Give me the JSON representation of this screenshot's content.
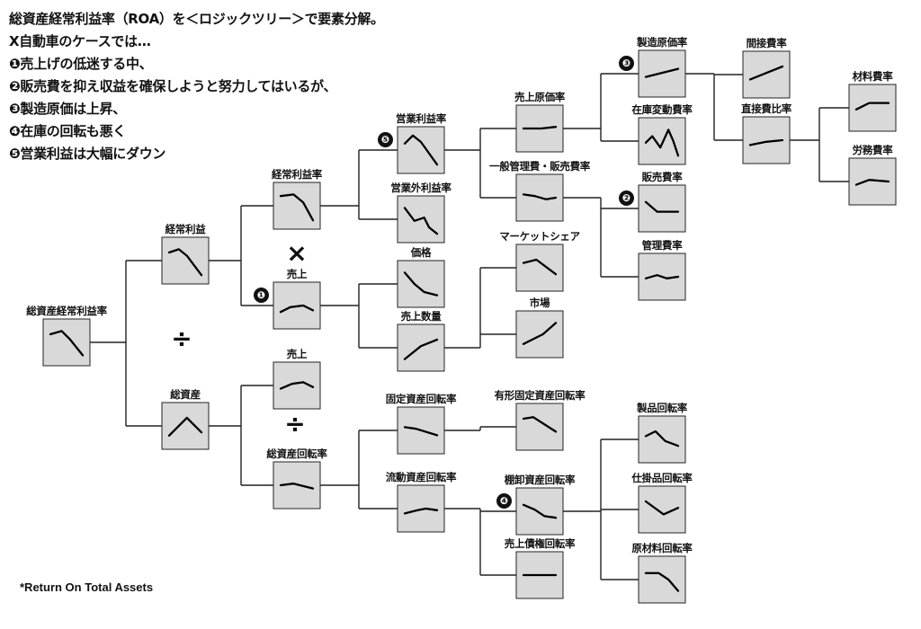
{
  "intro": {
    "title": "総資産経常利益率（ROA）を＜ロジックツリー＞で要素分解。",
    "lines": [
      "X自動車のケースでは…",
      "❶売上げの低迷する中、",
      "❷販売費を抑え収益を確保しようと努力してはいるが、",
      "❸製造原価は上昇、",
      "❹在庫の回転も悪く",
      "❺営業利益は大幅にダウン"
    ]
  },
  "nodes": [
    {
      "id": "roa",
      "label": "総資産経常利益率",
      "trend": [
        [
          0,
          0.75
        ],
        [
          0.35,
          0.85
        ],
        [
          0.6,
          0.6
        ],
        [
          1,
          0.1
        ]
      ]
    },
    {
      "id": "ordinary_profit",
      "label": "経常利益",
      "trend": [
        [
          0,
          0.75
        ],
        [
          0.3,
          0.85
        ],
        [
          0.55,
          0.65
        ],
        [
          1,
          0.05
        ]
      ]
    },
    {
      "id": "total_assets",
      "label": "総資産",
      "trend": [
        [
          0,
          0.2
        ],
        [
          0.55,
          0.75
        ],
        [
          1,
          0.3
        ]
      ]
    },
    {
      "id": "ordinary_margin",
      "label": "経常利益率",
      "trend": [
        [
          0,
          0.8
        ],
        [
          0.4,
          0.85
        ],
        [
          0.7,
          0.6
        ],
        [
          1,
          0.05
        ]
      ]
    },
    {
      "id": "sales_a",
      "label": "売上",
      "trend": [
        [
          0,
          0.3
        ],
        [
          0.3,
          0.45
        ],
        [
          0.7,
          0.5
        ],
        [
          1,
          0.35
        ]
      ]
    },
    {
      "id": "sales_b",
      "label": "売上",
      "trend": [
        [
          0,
          0.4
        ],
        [
          0.35,
          0.55
        ],
        [
          0.7,
          0.6
        ],
        [
          1,
          0.45
        ]
      ]
    },
    {
      "id": "asset_turnover",
      "label": "総資産回転率",
      "trend": [
        [
          0,
          0.5
        ],
        [
          0.4,
          0.55
        ],
        [
          1,
          0.4
        ]
      ]
    },
    {
      "id": "op_margin",
      "label": "営業利益率",
      "trend": [
        [
          0,
          0.7
        ],
        [
          0.25,
          0.95
        ],
        [
          0.5,
          0.75
        ],
        [
          1,
          0.05
        ]
      ]
    },
    {
      "id": "non_op_margin",
      "label": "営業外利益率",
      "trend": [
        [
          0,
          0.85
        ],
        [
          0.3,
          0.45
        ],
        [
          0.6,
          0.55
        ],
        [
          0.75,
          0.25
        ],
        [
          1,
          0.05
        ]
      ]
    },
    {
      "id": "price",
      "label": "価格",
      "trend": [
        [
          0,
          0.85
        ],
        [
          0.3,
          0.5
        ],
        [
          0.6,
          0.25
        ],
        [
          1,
          0.15
        ]
      ]
    },
    {
      "id": "sales_volume",
      "label": "売上数量",
      "trend": [
        [
          0,
          0.15
        ],
        [
          0.5,
          0.55
        ],
        [
          1,
          0.75
        ]
      ]
    },
    {
      "id": "fixed_turnover",
      "label": "固定資産回転率",
      "trend": [
        [
          0,
          0.6
        ],
        [
          0.35,
          0.55
        ],
        [
          1,
          0.35
        ]
      ]
    },
    {
      "id": "current_turnover",
      "label": "流動資産回転率",
      "trend": [
        [
          0,
          0.35
        ],
        [
          0.4,
          0.45
        ],
        [
          0.65,
          0.5
        ],
        [
          1,
          0.45
        ]
      ]
    },
    {
      "id": "cogs_ratio",
      "label": "売上原価率",
      "trend": [
        [
          0,
          0.5
        ],
        [
          0.55,
          0.5
        ],
        [
          1,
          0.55
        ]
      ]
    },
    {
      "id": "sga_ratio",
      "label": "一般管理費・販売費率",
      "trend": [
        [
          0,
          0.6
        ],
        [
          0.35,
          0.55
        ],
        [
          0.7,
          0.45
        ],
        [
          1,
          0.5
        ]
      ]
    },
    {
      "id": "market_share",
      "label": "マーケットシェア",
      "trend": [
        [
          0,
          0.65
        ],
        [
          0.4,
          0.75
        ],
        [
          1,
          0.3
        ]
      ]
    },
    {
      "id": "market",
      "label": "市場",
      "trend": [
        [
          0,
          0.2
        ],
        [
          0.6,
          0.5
        ],
        [
          1,
          0.85
        ]
      ]
    },
    {
      "id": "tangible_turnover",
      "label": "有形固定資産回転率",
      "trend": [
        [
          0,
          0.75
        ],
        [
          0.3,
          0.8
        ],
        [
          1,
          0.35
        ]
      ]
    },
    {
      "id": "inventory_turnover",
      "label": "棚卸資産回転率",
      "trend": [
        [
          0,
          0.7
        ],
        [
          0.35,
          0.55
        ],
        [
          0.65,
          0.35
        ],
        [
          1,
          0.3
        ]
      ]
    },
    {
      "id": "receivable_turnover",
      "label": "売上債権回転率",
      "trend": [
        [
          0,
          0.5
        ],
        [
          1,
          0.5
        ]
      ]
    },
    {
      "id": "mfg_cost_ratio",
      "label": "製造原価率",
      "trend": [
        [
          0,
          0.4
        ],
        [
          1,
          0.65
        ]
      ]
    },
    {
      "id": "inventory_change",
      "label": "在庫変動費率",
      "trend": [
        [
          0,
          0.45
        ],
        [
          0.2,
          0.65
        ],
        [
          0.45,
          0.3
        ],
        [
          0.7,
          0.85
        ],
        [
          0.85,
          0.5
        ],
        [
          1,
          0.05
        ]
      ]
    },
    {
      "id": "selling_ratio",
      "label": "販売費率",
      "trend": [
        [
          0,
          0.7
        ],
        [
          0.35,
          0.4
        ],
        [
          1,
          0.4
        ]
      ]
    },
    {
      "id": "admin_ratio",
      "label": "管理費率",
      "trend": [
        [
          0,
          0.45
        ],
        [
          0.35,
          0.55
        ],
        [
          0.65,
          0.45
        ],
        [
          1,
          0.5
        ]
      ]
    },
    {
      "id": "product_turnover",
      "label": "製品回転率",
      "trend": [
        [
          0,
          0.6
        ],
        [
          0.3,
          0.75
        ],
        [
          0.6,
          0.45
        ],
        [
          1,
          0.3
        ]
      ]
    },
    {
      "id": "wip_turnover",
      "label": "仕掛品回転率",
      "trend": [
        [
          0,
          0.75
        ],
        [
          0.55,
          0.35
        ],
        [
          1,
          0.55
        ]
      ]
    },
    {
      "id": "material_turnover",
      "label": "原材料回転率",
      "trend": [
        [
          0,
          0.7
        ],
        [
          0.4,
          0.7
        ],
        [
          0.7,
          0.5
        ],
        [
          1,
          0.15
        ]
      ]
    },
    {
      "id": "indirect_ratio",
      "label": "間接費率",
      "trend": [
        [
          0,
          0.35
        ],
        [
          0.5,
          0.55
        ],
        [
          1,
          0.75
        ]
      ]
    },
    {
      "id": "direct_ratio",
      "label": "直接費比率",
      "trend": [
        [
          0,
          0.35
        ],
        [
          0.5,
          0.45
        ],
        [
          1,
          0.5
        ]
      ]
    },
    {
      "id": "material_cost",
      "label": "材料費率",
      "trend": [
        [
          0,
          0.45
        ],
        [
          0.4,
          0.65
        ],
        [
          1,
          0.65
        ]
      ]
    },
    {
      "id": "labor_cost",
      "label": "労務費率",
      "trend": [
        [
          0,
          0.4
        ],
        [
          0.4,
          0.55
        ],
        [
          1,
          0.5
        ]
      ]
    }
  ],
  "badges": [
    {
      "node": "sales_a",
      "mark": "❶"
    },
    {
      "node": "selling_ratio",
      "mark": "❷"
    },
    {
      "node": "mfg_cost_ratio",
      "mark": "❸"
    },
    {
      "node": "inventory_turnover",
      "mark": "❹"
    },
    {
      "node": "op_margin",
      "mark": "❺"
    }
  ],
  "operators": {
    "multiply": "×",
    "divide": "÷"
  },
  "footnote": "*Return On Total Assets"
}
